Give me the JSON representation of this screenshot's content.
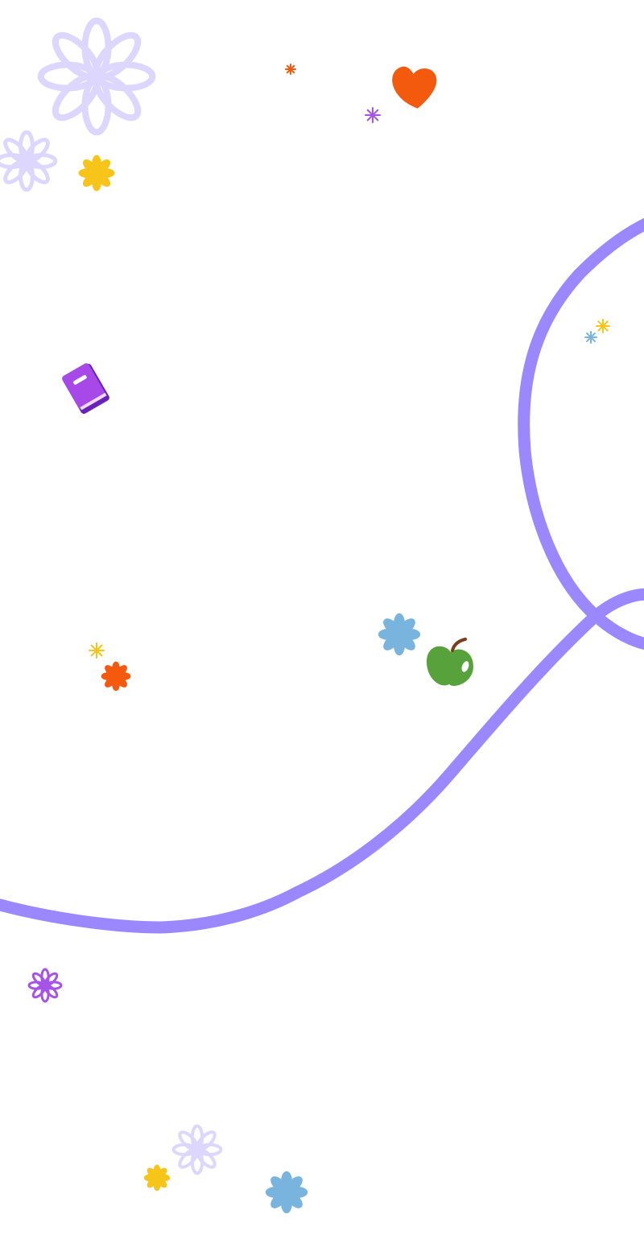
{
  "scene": {
    "background": "#ffffff",
    "path_color": "#9B88FF",
    "colors": {
      "lavender": "#DDD6FF",
      "yellow": "#F7C419",
      "orange": "#F45A0E",
      "purple": "#A653E8",
      "blue": "#78B4DE",
      "green": "#57A23A",
      "stem": "#7A3E1C",
      "book": "#A649E8",
      "book_dark": "#6A21B8"
    },
    "decorations": [
      {
        "name": "lavender-flower-icon",
        "color": "lavender"
      },
      {
        "name": "lavender-flower-icon",
        "color": "lavender"
      },
      {
        "name": "yellow-flower-icon",
        "color": "yellow"
      },
      {
        "name": "orange-sparkle-icon",
        "color": "orange"
      },
      {
        "name": "purple-sparkle-icon",
        "color": "purple"
      },
      {
        "name": "heart-icon",
        "color": "orange"
      },
      {
        "name": "book-icon",
        "color": "book"
      },
      {
        "name": "yellow-sparkle-icon",
        "color": "yellow"
      },
      {
        "name": "blue-sparkle-icon",
        "color": "blue"
      },
      {
        "name": "yellow-sparkle-icon",
        "color": "yellow"
      },
      {
        "name": "orange-flower-icon",
        "color": "orange"
      },
      {
        "name": "blue-flower-icon",
        "color": "blue"
      },
      {
        "name": "apple-icon",
        "color": "green"
      },
      {
        "name": "purple-flower-icon",
        "color": "purple"
      },
      {
        "name": "lavender-flower-icon",
        "color": "lavender"
      },
      {
        "name": "yellow-flower-icon",
        "color": "yellow"
      },
      {
        "name": "blue-flower-icon",
        "color": "blue"
      }
    ]
  }
}
